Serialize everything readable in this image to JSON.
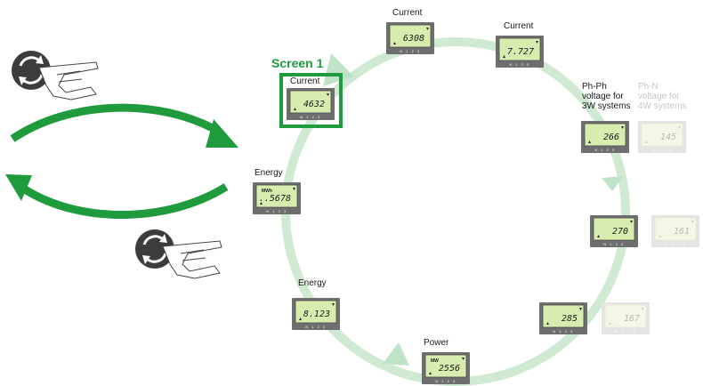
{
  "heading": "Screen 1",
  "colors": {
    "ring": "#cfe9d3",
    "ring_arrow": "#bfe3c6",
    "nav_arrow": "#1f9a3c",
    "highlight": "#1f9a3c",
    "lcd": "#d9ecb0",
    "lcd_faded": "#f3f8e6",
    "bezel": "#6e6e6e",
    "bezel_faded": "#e4e4e4"
  },
  "icons": [
    "rotate-button-icon",
    "pointing-hand-icon"
  ],
  "foot_text": "N 1 2 3",
  "screens": [
    {
      "label": "Current",
      "value": "6308",
      "unit": "",
      "faded": false
    },
    {
      "label": "Current",
      "value": "7.727",
      "unit": "",
      "faded": false
    },
    {
      "label": "Ph-Ph\nvoltage for\n3W systems",
      "value": "266",
      "unit": "",
      "faded": false
    },
    {
      "label": "Ph-N\nvoltage for\n4W systems",
      "value": "145",
      "unit": "",
      "faded": true
    },
    {
      "label": "",
      "value": "270",
      "unit": "",
      "faded": false
    },
    {
      "label": "",
      "value": "161",
      "unit": "",
      "faded": true
    },
    {
      "label": "",
      "value": "285",
      "unit": "",
      "faded": false
    },
    {
      "label": "",
      "value": "167",
      "unit": "",
      "faded": true
    },
    {
      "label": "Power",
      "value": "2556",
      "unit": "MW",
      "faded": false
    },
    {
      "label": "Energy",
      "value": "8.123",
      "unit": "",
      "faded": false
    },
    {
      "label": "Energy",
      "value": "..5678",
      "unit": "MWh",
      "faded": false
    },
    {
      "label": "Current",
      "value": "4632",
      "unit": "",
      "faded": false
    }
  ]
}
